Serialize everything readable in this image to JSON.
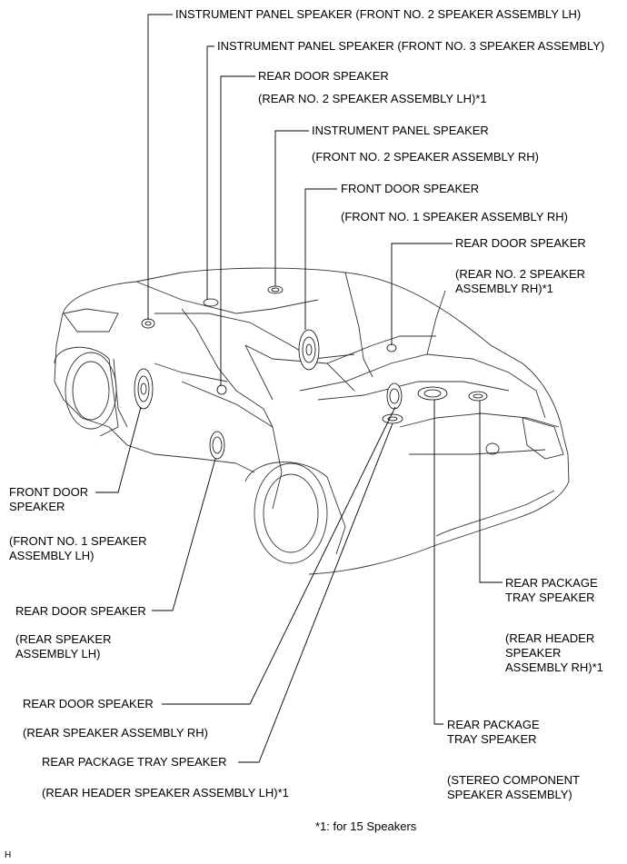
{
  "labels": {
    "ip_front2_lh": "INSTRUMENT PANEL SPEAKER (FRONT NO. 2 SPEAKER ASSEMBLY LH)",
    "ip_front3": "INSTRUMENT PANEL SPEAKER (FRONT NO. 3 SPEAKER ASSEMBLY)",
    "rear_door_lh_title": "REAR DOOR SPEAKER",
    "rear_door_lh_sub": "(REAR NO. 2 SPEAKER ASSEMBLY LH)*1",
    "ip_rh_title": "INSTRUMENT PANEL SPEAKER",
    "ip_rh_sub": "(FRONT NO. 2 SPEAKER ASSEMBLY RH)",
    "front_door_rh_title": "FRONT DOOR SPEAKER",
    "front_door_rh_sub": "(FRONT NO. 1 SPEAKER ASSEMBLY RH)",
    "rear_door_rh2_title": "REAR DOOR SPEAKER",
    "rear_door_rh2_sub1": "(REAR NO. 2 SPEAKER",
    "rear_door_rh2_sub2": "ASSEMBLY RH)*1",
    "front_door_lh_title1": "FRONT DOOR",
    "front_door_lh_title2": "SPEAKER",
    "front_door_lh_sub1": "(FRONT NO. 1 SPEAKER",
    "front_door_lh_sub2": "ASSEMBLY LH)",
    "rear_door_lh_b_title": "REAR DOOR SPEAKER",
    "rear_door_lh_b_sub1": "(REAR SPEAKER",
    "rear_door_lh_b_sub2": "ASSEMBLY LH)",
    "rear_door_rh_b_title": "REAR DOOR SPEAKER",
    "rear_door_rh_b_sub": "(REAR SPEAKER ASSEMBLY RH)",
    "rpt_lh_title": "REAR PACKAGE TRAY SPEAKER",
    "rpt_lh_sub": "(REAR HEADER SPEAKER ASSEMBLY LH)*1",
    "rpt_rh_title1": "REAR PACKAGE",
    "rpt_rh_title2": "TRAY SPEAKER",
    "rpt_rh_sub1": "(REAR HEADER",
    "rpt_rh_sub2": "SPEAKER",
    "rpt_rh_sub3": "ASSEMBLY RH)*1",
    "rpt_center_title1": "REAR PACKAGE",
    "rpt_center_title2": "TRAY SPEAKER",
    "rpt_center_sub1": "(STEREO COMPONENT",
    "rpt_center_sub2": "SPEAKER ASSEMBLY)",
    "footnote": "*1: for 15 Speakers",
    "corner_mark": "H"
  }
}
